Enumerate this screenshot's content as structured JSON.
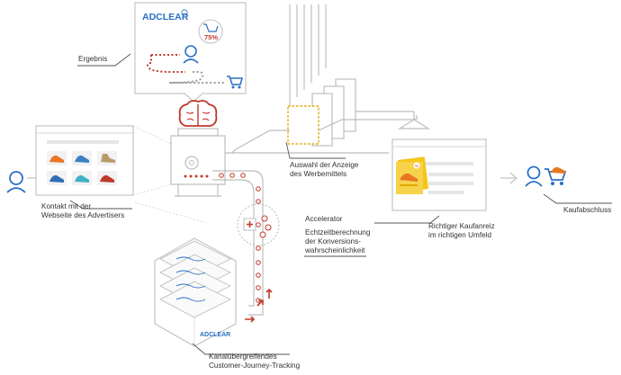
{
  "labels": {
    "ergebnis": "Ergebnis",
    "kontakt": [
      "Kontakt mit der",
      "Webseite des Advertisers"
    ],
    "auswahl": [
      "Auswahl der Anzeige",
      "des Werbemittels"
    ],
    "accelerator": "Accelerator",
    "echtzeit": [
      "Echtzeitberechnung",
      "der Konversions-",
      "wahrscheinlichkeit"
    ],
    "kaufanreiz": [
      "Richtiger Kaufanreiz",
      "im richtigen Umfeld"
    ],
    "kaufabschluss": "Kaufabschluss",
    "tracking": [
      "Kanalübergreifendes",
      "Customer-Journey-Tracking"
    ]
  },
  "brand": {
    "logo_text": "ADCLEAR",
    "logo_small": "ADCLEAR"
  },
  "badge": {
    "percent": "75%"
  },
  "ad_badge": "%",
  "colors": {
    "accent_red": "#c0392b",
    "brand_blue": "#2a6fc4",
    "ad_yellow": "#f5c518",
    "line_gray": "#bdbdbd",
    "shoe_orange": "#e87722"
  },
  "icons": [
    "user-icon",
    "cart-icon",
    "brain-icon",
    "plus-icon",
    "arrow-icon",
    "hanger-icon"
  ]
}
